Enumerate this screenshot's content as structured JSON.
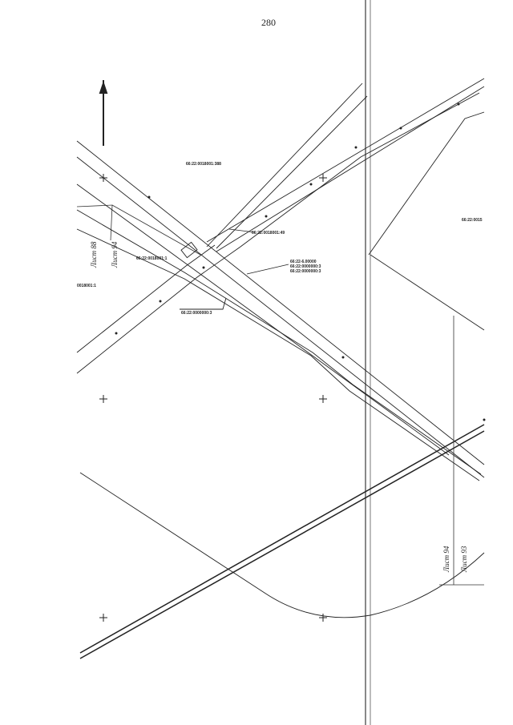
{
  "page": {
    "number": "280"
  },
  "parcels": {
    "p1": "66:22:0018001:388",
    "p2": "66:22:0018001:49",
    "p3": "66:22:0018001:1",
    "p4": "0018001:1",
    "p5": "66:22:0015",
    "p6": "66:22:0000000:3"
  },
  "zone": {
    "line1": "66:22-6.00000",
    "line2": "66:22:0000000:3",
    "line3": "66:22:0000000:3"
  },
  "sheets": {
    "s88": "Лист 88",
    "s94a": "Лист 94",
    "s94b": "Лист 94",
    "s93": "Лист 93"
  },
  "colors": {
    "ink": "#222222",
    "paper": "#ffffff",
    "frame": "#555555"
  },
  "icons": {
    "north_arrow": "north-arrow-icon",
    "grid_cross": "grid-cross-icon"
  }
}
